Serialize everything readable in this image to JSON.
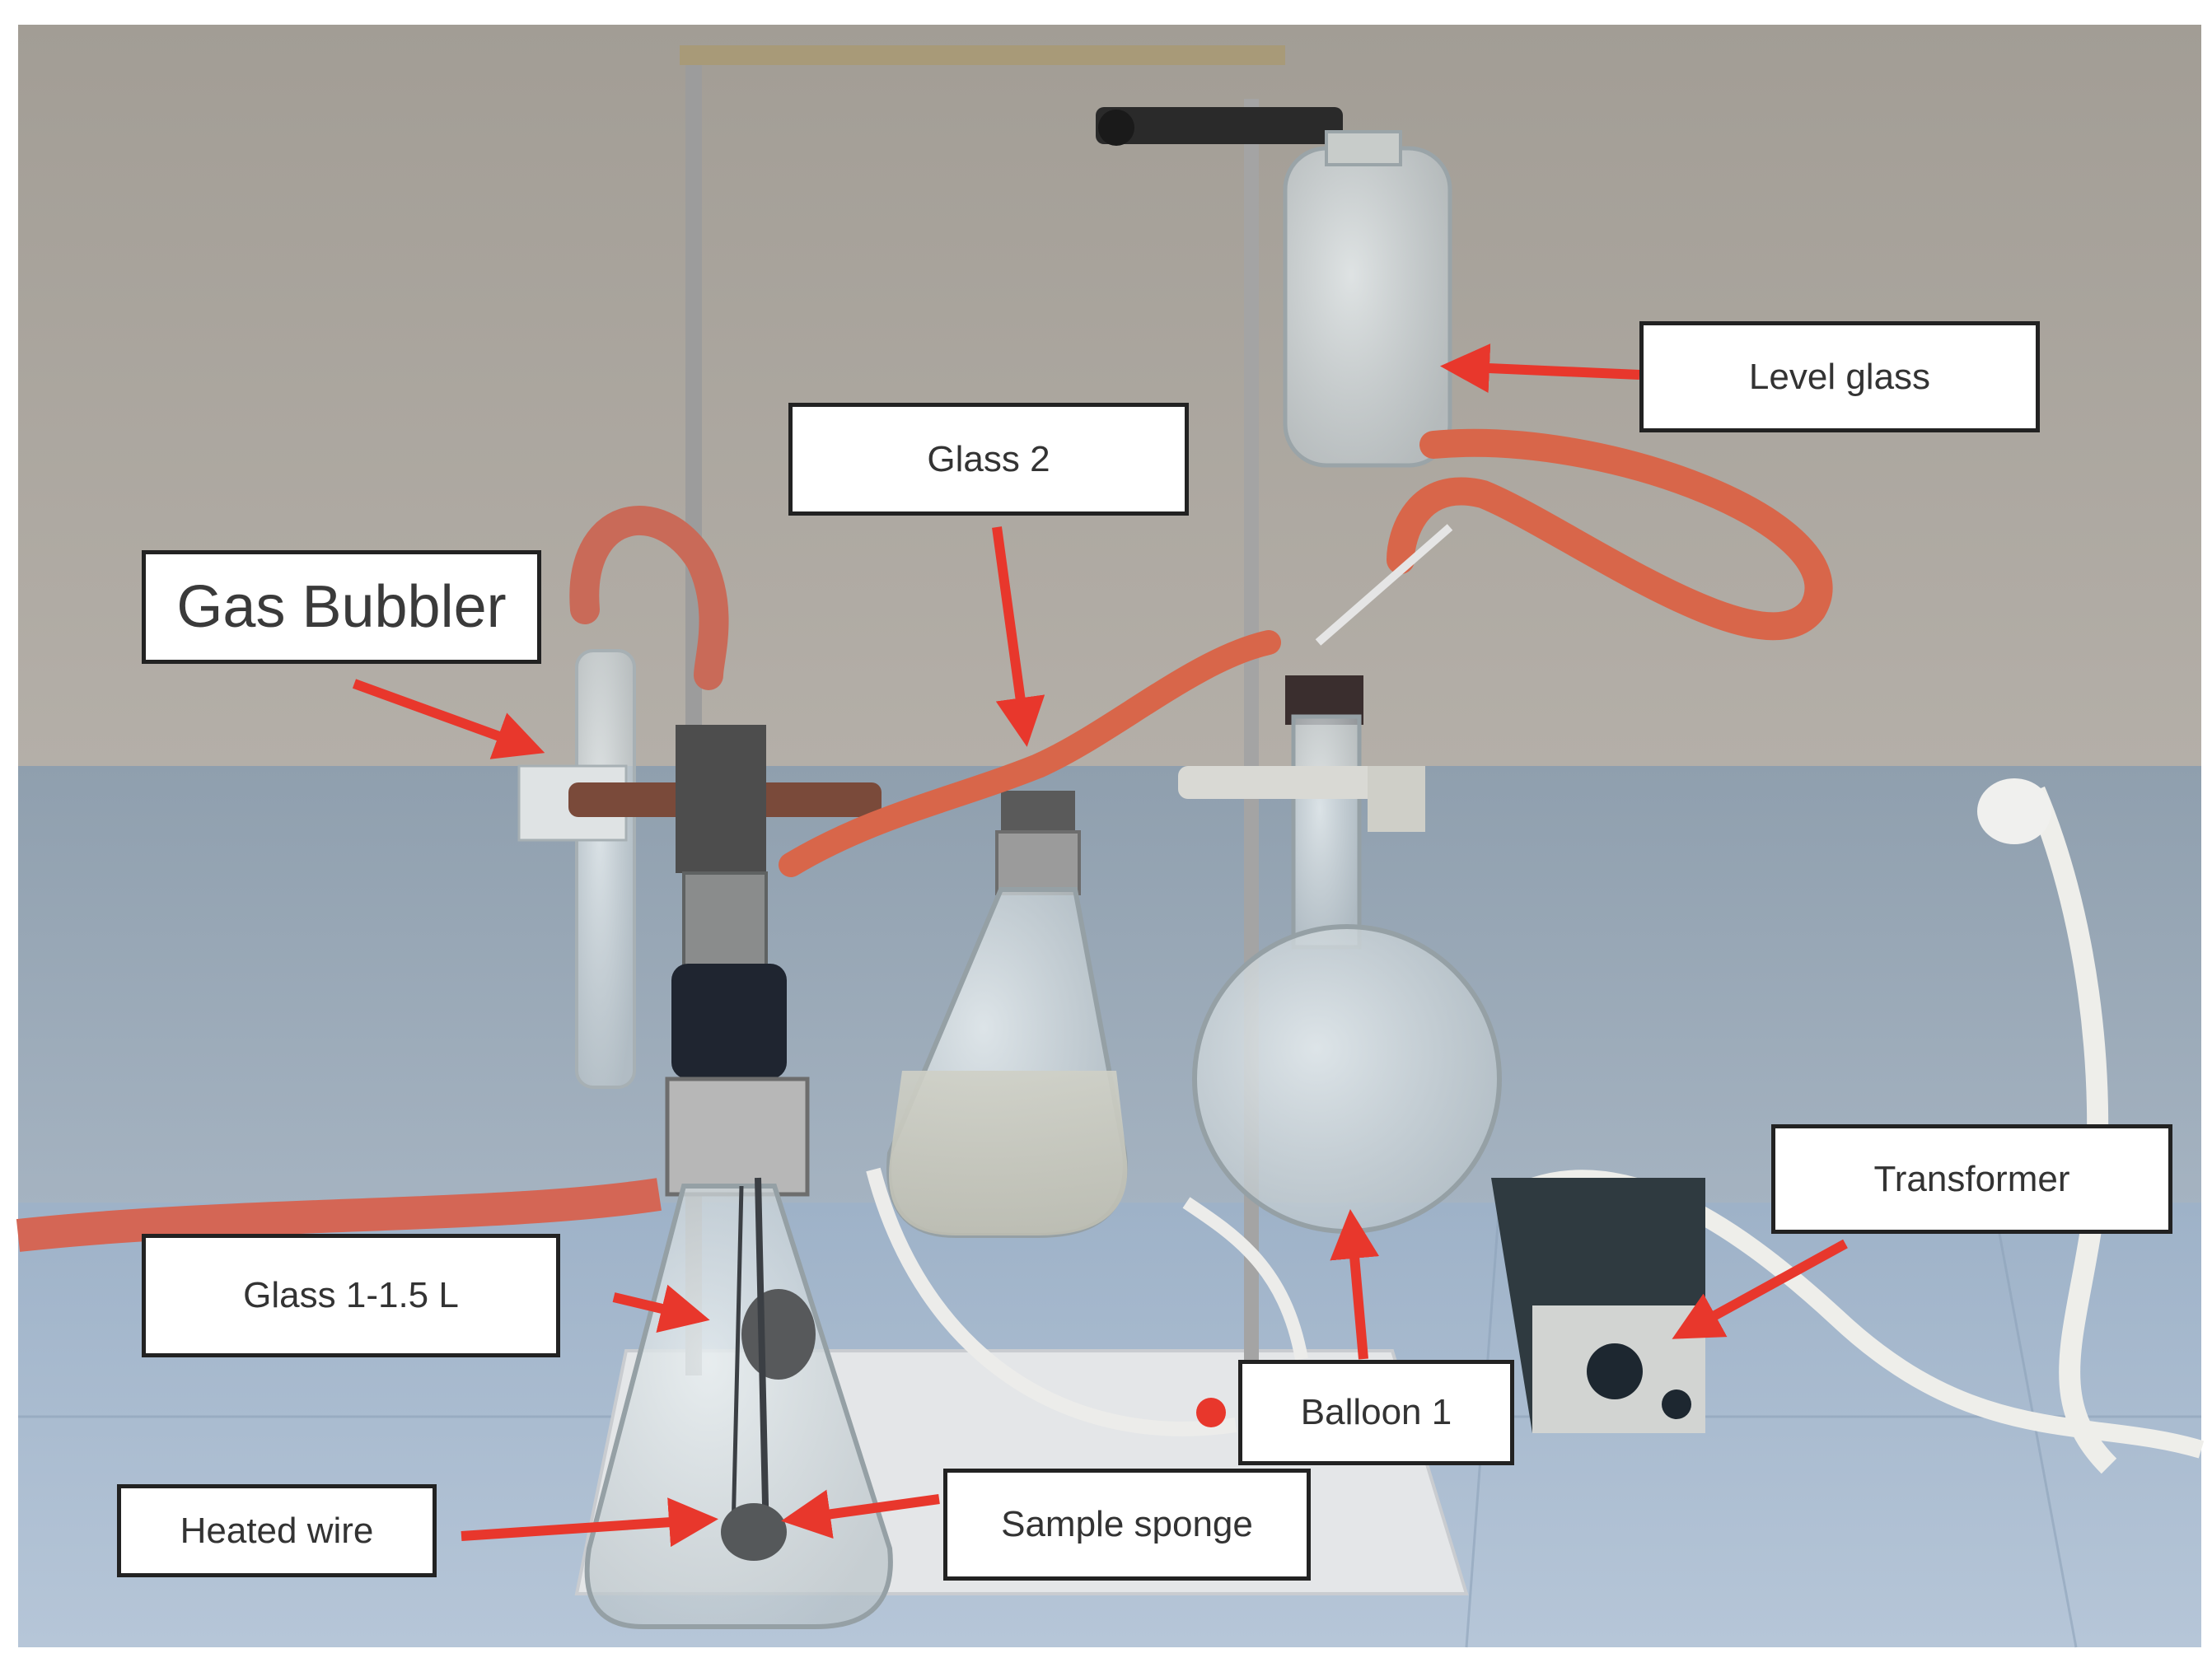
{
  "labels": {
    "gas_bubbler": "Gas Bubbler",
    "glass_2": "Glass 2",
    "level_glass": "Level glass",
    "glass_1": "Glass 1-1.5 L",
    "heated_wire": "Heated wire",
    "sample_sponge": "Sample sponge",
    "balloon_1": "Balloon 1",
    "transformer": "Transformer"
  },
  "colors": {
    "arrow": "#e8372c",
    "wall": "#a9a49c",
    "bench": "#9fb3c9",
    "tubing": "#d8664a"
  }
}
